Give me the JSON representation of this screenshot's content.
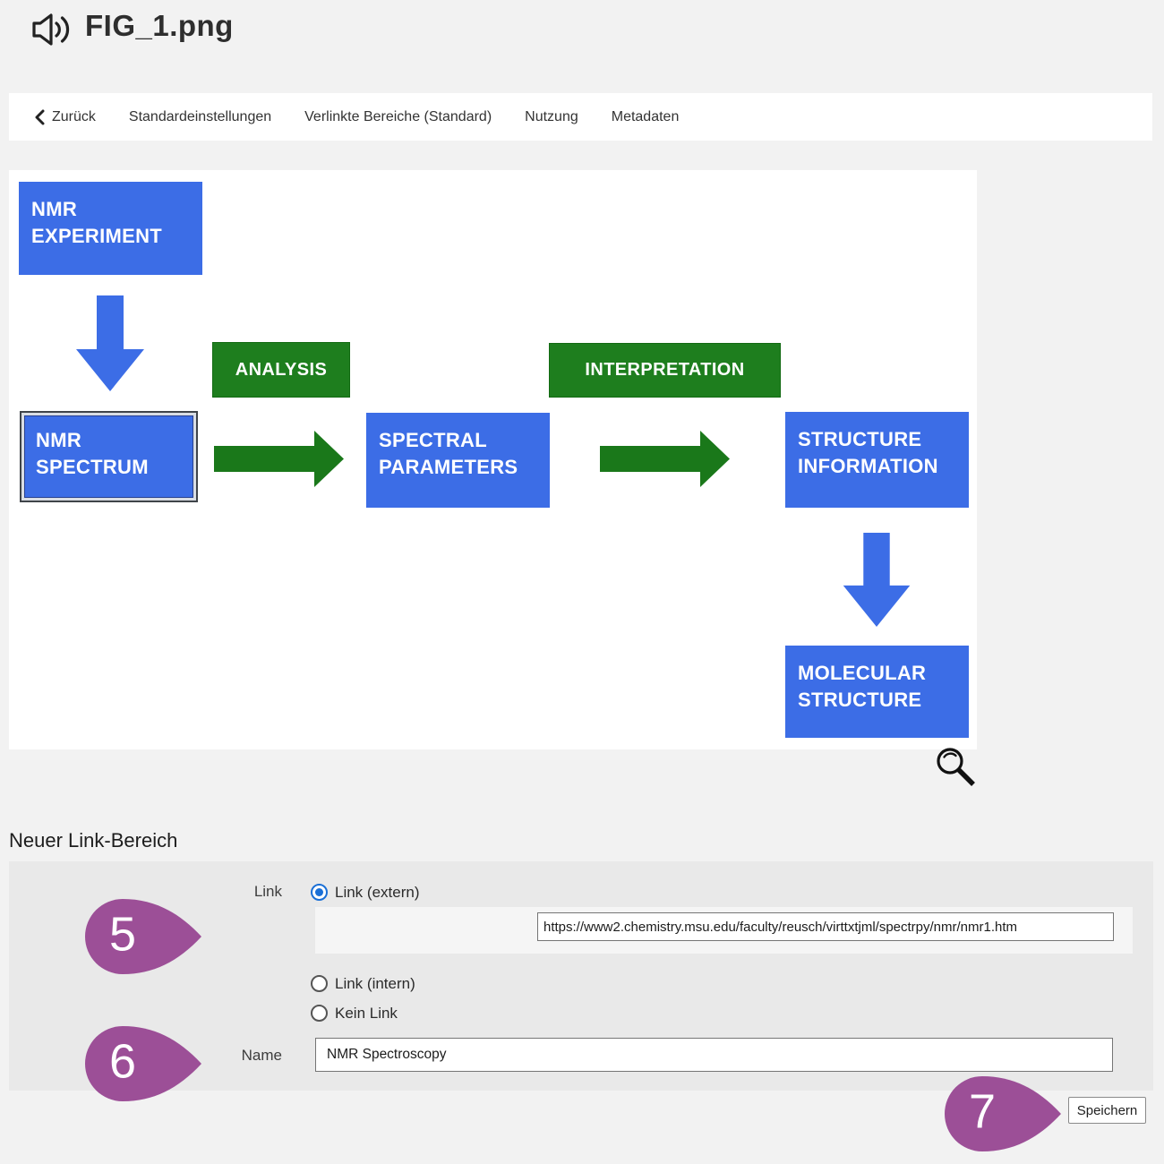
{
  "header": {
    "title": "FIG_1.png",
    "audio_icon": "speaker-icon"
  },
  "nav": {
    "back_label": "Zurück",
    "back_icon": "chevron-left-icon",
    "items": [
      "Standardeinstellungen",
      "Verlinkte Bereiche (Standard)",
      "Nutzung",
      "Metadaten"
    ]
  },
  "diagram": {
    "nmr_experiment": "NMR EXPERIMENT",
    "analysis": "ANALYSIS",
    "nmr_spectrum": "NMR SPECTRUM",
    "spectral_parameters": "SPECTRAL PARAMETERS",
    "interpretation": "INTERPRETATION",
    "structure_information": "STRUCTURE INFORMATION",
    "molecular_structure": "MOLECULAR STRUCTURE",
    "colors": {
      "box_blue": "#3c6de6",
      "box_green": "#1e7e1e",
      "arrow_green": "#1a781a",
      "arrow_blue": "#3c6de6",
      "selection_border": "#3f4449"
    },
    "zoom_icon": "magnifier-icon"
  },
  "section": {
    "title": "Neuer Link-Bereich"
  },
  "form": {
    "link_label": "Link",
    "radio_extern_label": "Link (extern)",
    "radio_intern_label": "Link (intern)",
    "radio_none_label": "Kein Link",
    "radio_selected": "Link (extern)",
    "url_value": "https://www2.chemistry.msu.edu/faculty/reusch/virttxtjml/spectrpy/nmr/nmr1.htm",
    "name_label": "Name",
    "name_value": "NMR Spectroscopy",
    "save_label": "Speichern"
  },
  "annotations": {
    "step5": "5",
    "step6": "6",
    "step7": "7",
    "pin_color": "#9c4f97"
  }
}
